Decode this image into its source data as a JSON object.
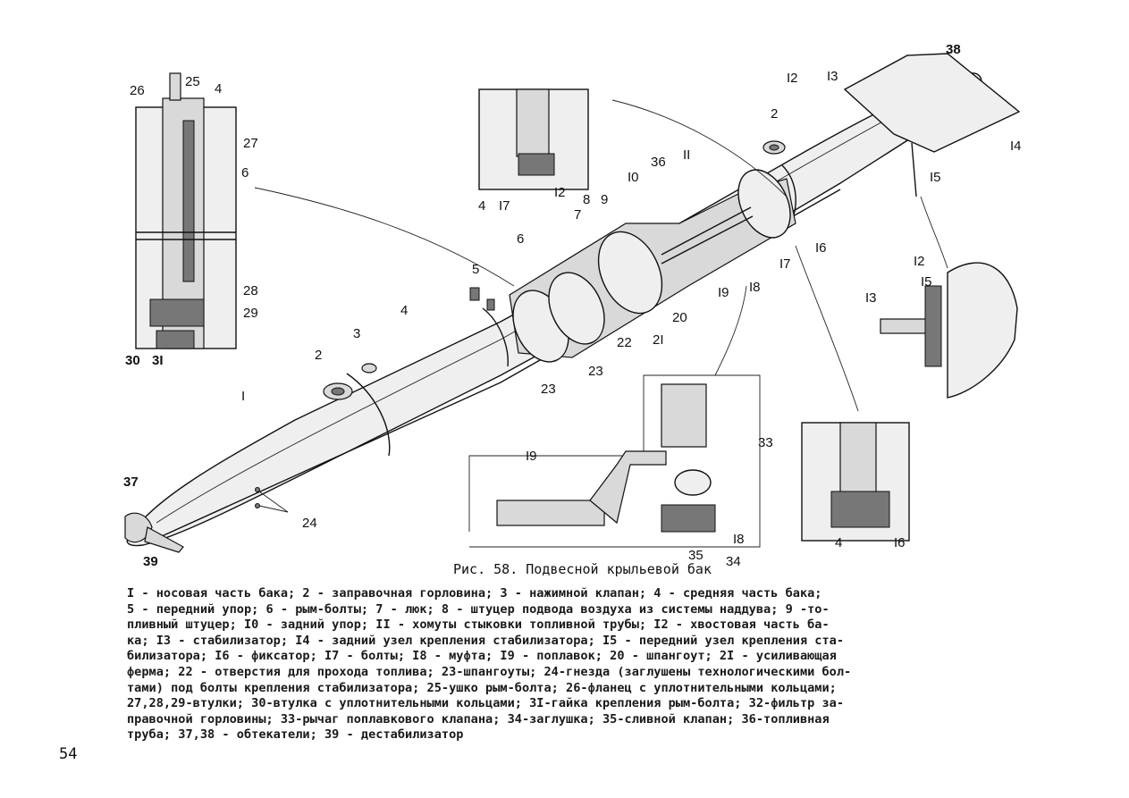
{
  "figure": {
    "callouts": {
      "c1": "I",
      "c2a": "2",
      "c2b": "2",
      "c3": "3",
      "c4a": "4",
      "c4b": "4",
      "c4c": "4",
      "c4d": "4",
      "c5": "5",
      "c6a": "6",
      "c6b": "6",
      "c7": "7",
      "c8": "8",
      "c9": "9",
      "c10": "I0",
      "c11": "II",
      "c12a": "I2",
      "c12b": "I2",
      "c12c": "I2",
      "c13a": "I3",
      "c13b": "I3",
      "c14": "I4",
      "c15a": "I5",
      "c15b": "I5",
      "c16a": "I6",
      "c16b": "I6",
      "c17a": "I7",
      "c17b": "I7",
      "c18a": "I8",
      "c18b": "I8",
      "c19a": "I9",
      "c19b": "I9",
      "c20": "20",
      "c21": "2I",
      "c22": "22",
      "c23a": "23",
      "c23b": "23",
      "c24": "24",
      "c25": "25",
      "c26": "26",
      "c27": "27",
      "c28": "28",
      "c29": "29",
      "c30": "30",
      "c31": "3I",
      "c33": "33",
      "c34": "34",
      "c35": "35",
      "c36": "36",
      "c37": "37",
      "c38": "38",
      "c39": "39"
    }
  },
  "caption": "Рис. 58. Подвесной крыльевой бак",
  "legend_lines": [
    "I - носовая часть бака; 2 - заправочная горловина; 3 - нажимной клапан; 4 - средняя часть бака;",
    "5 - передний упор; 6 - рым-болты; 7 - люк; 8 - штуцер подвода воздуха из системы наддува; 9 -то-",
    "пливный штуцер; I0 - задний упор; II - хомуты стыковки топливной трубы; I2 - хвостовая часть ба-",
    "ка; I3 - стабилизатор; I4 - задний узел крепления стабилизатора; I5 - передний узел крепления ста-",
    "билизатора; I6 - фиксатор; I7 - болты; I8 - муфта; I9 - поплавок; 20 - шпангоут; 2I - усиливающая",
    "ферма; 22 - отверстия для прохода топлива; 23-шпангоуты; 24-гнезда (заглушены технологическими бол-",
    "тами) под болты крепления стабилизатора; 25-ушко рым-болта; 26-фланец с уплотнительными кольцами;",
    "27,28,29-втулки; 30-втулка с уплотнительными кольцами; 3I-гайка крепления рым-болта; 32-фильтр за-",
    "правочной горловины; 33-рычаг поплавкового клапана; 34-заглушка; 35-сливной клапан; 36-топливная",
    "труба; 37,38 - обтекатели; 39 - дестабилизатор"
  ],
  "page_number": "54"
}
